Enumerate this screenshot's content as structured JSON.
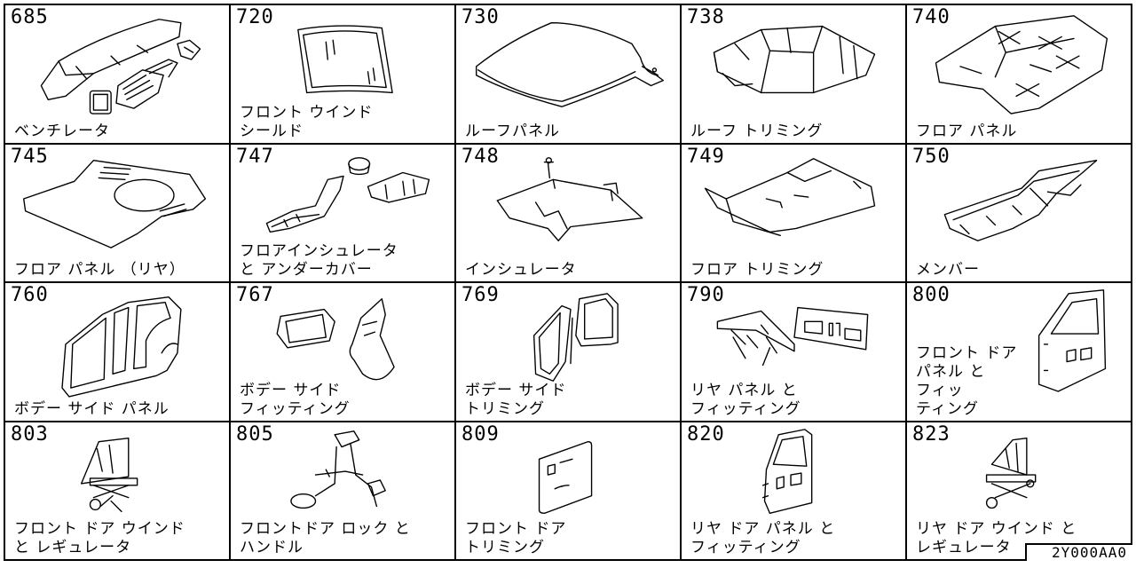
{
  "catalog": {
    "reference_code": "2Y000AA0",
    "sections": [
      {
        "code": "685",
        "label": "ベンチレータ",
        "icon": "ventilator-dashboard-drawing"
      },
      {
        "code": "720",
        "label": "フロント ウインド\nシールド",
        "icon": "windshield-glass-drawing"
      },
      {
        "code": "730",
        "label": "ルーフパネル",
        "icon": "roof-panel-drawing"
      },
      {
        "code": "738",
        "label": "ルーフ トリミング",
        "icon": "roof-trim-drawing"
      },
      {
        "code": "740",
        "label": "フロア パネル",
        "icon": "floor-panel-drawing"
      },
      {
        "code": "745",
        "label": "フロア パネル （リヤ）",
        "icon": "rear-floor-panel-drawing"
      },
      {
        "code": "747",
        "label": "フロアインシュレータ\nと アンダーカバー",
        "icon": "floor-insulator-drawing"
      },
      {
        "code": "748",
        "label": "インシュレータ",
        "icon": "insulator-drawing"
      },
      {
        "code": "749",
        "label": "フロア トリミング",
        "icon": "floor-trim-drawing"
      },
      {
        "code": "750",
        "label": "メンバー",
        "icon": "member-frame-drawing"
      },
      {
        "code": "760",
        "label": "ボデー サイド パネル",
        "icon": "body-side-panel-drawing"
      },
      {
        "code": "767",
        "label": "ボデー サイド\nフィッティング",
        "icon": "mud-flap-drawing"
      },
      {
        "code": "769",
        "label": "ボデー サイド\nトリミング",
        "icon": "side-trim-drawing"
      },
      {
        "code": "790",
        "label": "リヤ パネル と\nフィッティング",
        "icon": "rear-panel-drawing"
      },
      {
        "code": "800",
        "label": "フロント ドア\nパネル と\nフィッ\nティング",
        "icon": "front-door-panel-drawing"
      },
      {
        "code": "803",
        "label": "フロント ドア ウインド\nと レギュレータ",
        "icon": "front-window-regulator-drawing"
      },
      {
        "code": "805",
        "label": "フロントドア ロック と\nハンドル",
        "icon": "door-lock-handle-drawing"
      },
      {
        "code": "809",
        "label": "フロント ドア\nトリミング",
        "icon": "door-trim-drawing"
      },
      {
        "code": "820",
        "label": "リヤ ドア パネル と\nフィッティング",
        "icon": "rear-door-panel-drawing"
      },
      {
        "code": "823",
        "label": "リヤ ドア ウインド と\nレギュレータ",
        "icon": "rear-window-regulator-drawing"
      }
    ]
  }
}
